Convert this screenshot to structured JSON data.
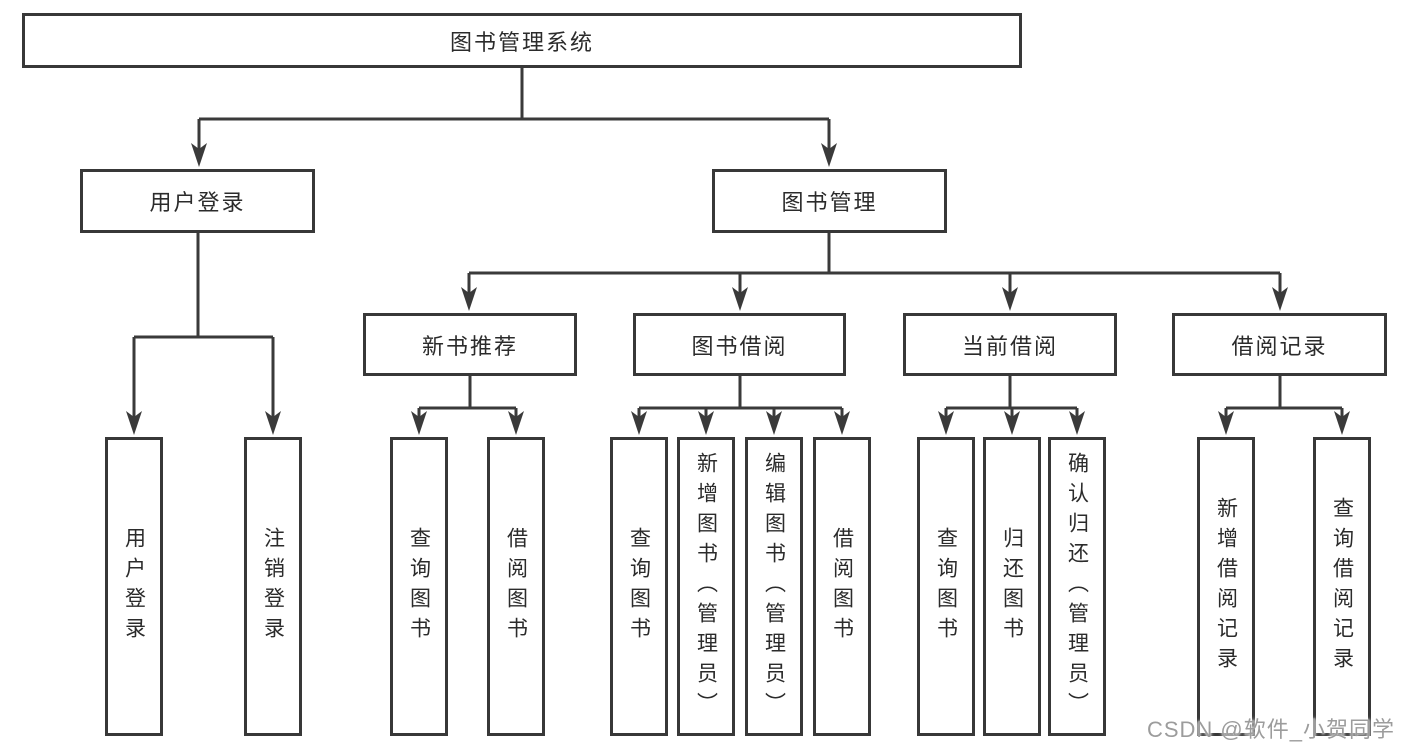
{
  "tree": {
    "root": {
      "label": "图书管理系统"
    },
    "level2": [
      {
        "label": "用户登录",
        "children": [
          {
            "label": "用户登录"
          },
          {
            "label": "注销登录"
          }
        ]
      },
      {
        "label": "图书管理",
        "children": [
          {
            "label": "新书推荐",
            "children": [
              {
                "label": "查询图书"
              },
              {
                "label": "借阅图书"
              }
            ]
          },
          {
            "label": "图书借阅",
            "children": [
              {
                "label": "查询图书"
              },
              {
                "label": "新增图书（管理员）"
              },
              {
                "label": "编辑图书（管理员）"
              },
              {
                "label": "借阅图书"
              }
            ]
          },
          {
            "label": "当前借阅",
            "children": [
              {
                "label": "查询图书"
              },
              {
                "label": "归还图书"
              },
              {
                "label": "确认归还（管理员）"
              }
            ]
          },
          {
            "label": "借阅记录",
            "children": [
              {
                "label": "新增借阅记录"
              },
              {
                "label": "查询借阅记录"
              }
            ]
          }
        ]
      }
    ]
  },
  "watermark": {
    "text": "CSDN @软件_小贺同学"
  },
  "colors": {
    "line": "#3a3a3a",
    "box_border": "#383838",
    "box_background": "#ffffff",
    "text": "#2b2b2b",
    "watermark": "#9c9c9c",
    "background": "#ffffff"
  }
}
